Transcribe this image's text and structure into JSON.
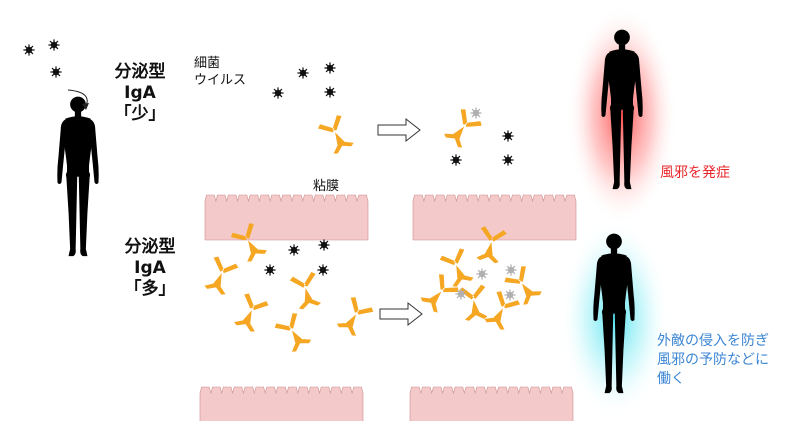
{
  "top": {
    "title_lines": [
      "分泌型",
      "IgA",
      "「少」"
    ],
    "pathogen_lines": [
      "細菌",
      "ウイルス"
    ],
    "membrane_label": "粘膜",
    "result": "風邪を発症",
    "glow_color": "#ff5c5c"
  },
  "bottom": {
    "title_lines": [
      "分泌型",
      "IgA",
      "「多」"
    ],
    "result_lines": [
      "外敵の侵入を防ぎ",
      "風邪の予防などに",
      "働く"
    ],
    "glow_color": "#5ce8f2"
  },
  "colors": {
    "antibody": "#f5a623",
    "membrane": "#f4c9c9",
    "membrane_stroke": "#cf8e8e",
    "pathogen": "#111111",
    "neutralized": "#b0b0b0",
    "top_text": "#e8262a",
    "bottom_text": "#3c86d4"
  }
}
